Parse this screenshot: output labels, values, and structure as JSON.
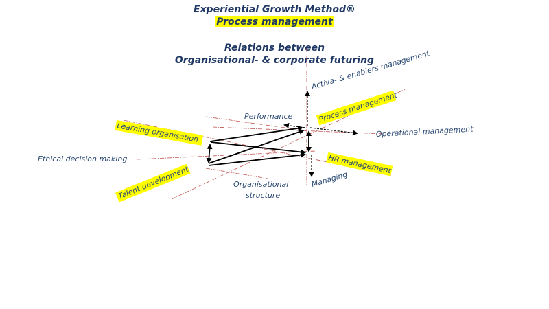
{
  "header": {
    "line1": "Experiential Growth Method®",
    "line2": "Process management",
    "line3": "Relations between",
    "line4": "Organisational- & corporate futuring"
  },
  "labels": {
    "activa": "Activa- & enablers management",
    "process": "Process management",
    "performance": "Performance",
    "operational": "Operational management",
    "learning": "Learning organisation",
    "ethical": "Ethical decision making",
    "hr": "HR management",
    "managing": "Managing",
    "talent": "Talent development",
    "org_structure_1": "Organisational",
    "org_structure_2": "structure"
  },
  "colors": {
    "text": "#2b4a73",
    "title": "#1f3864",
    "highlight": "#ffff00",
    "axis_dashdot": "#c0504d",
    "arrow": "#000000"
  }
}
